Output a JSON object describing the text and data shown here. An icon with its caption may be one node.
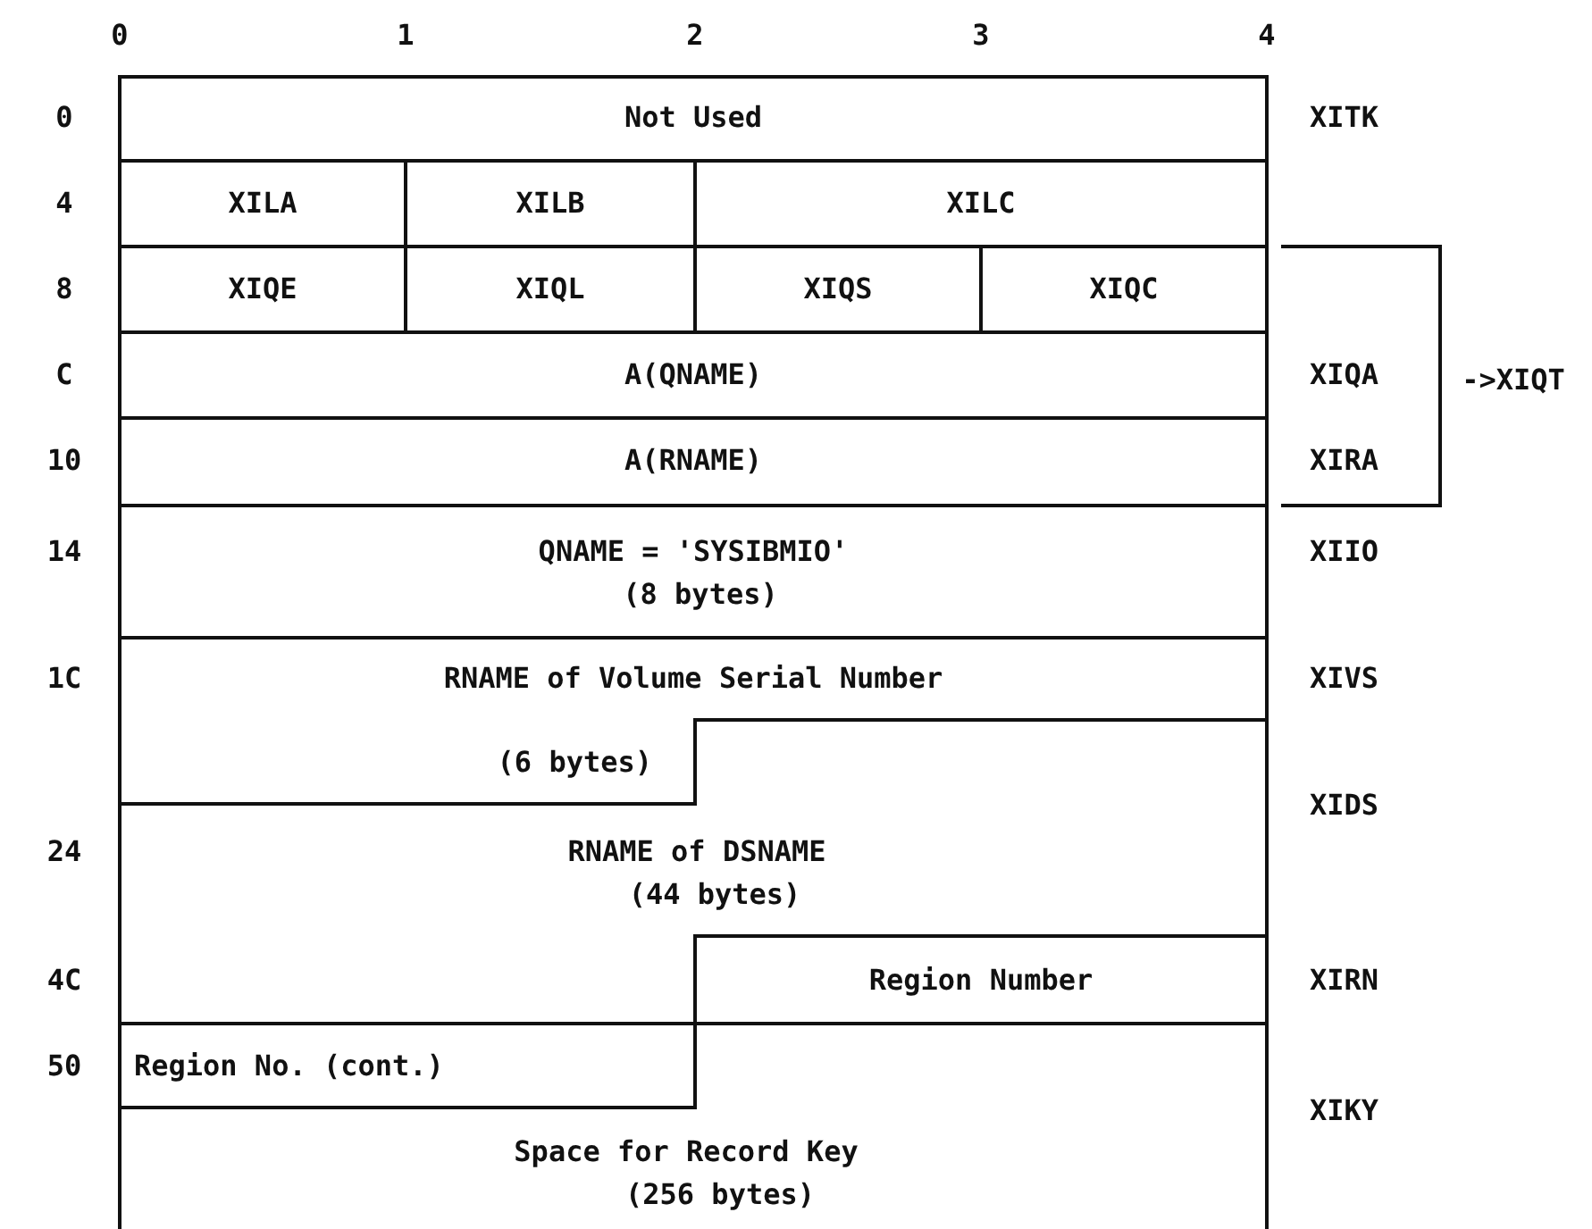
{
  "diagram": {
    "nodes": [
      {
        "text": [
          "Not Used"
        ],
        "beside": [
          "XITK"
        ]
      },
      {
        "text": [
          "XILA"
        ]
      },
      {
        "text": [
          "XILB"
        ]
      },
      {
        "text": [
          "XILC"
        ]
      },
      {
        "text": [
          "XIQE"
        ]
      },
      {
        "text": [
          "XIQL"
        ]
      },
      {
        "text": [
          "XIQS"
        ]
      },
      {
        "text": [
          "XIQC"
        ]
      },
      {
        "text": [
          "A(QNAME)"
        ],
        "beside": [
          "XIQA"
        ]
      },
      {
        "text": [
          "A(RNAME)"
        ],
        "beside": [
          "XIRA"
        ]
      },
      {
        "text": [
          "QNAME = 'SYSIBMIO'",
          "(8 bytes)"
        ],
        "beside": [
          "XIIO"
        ]
      },
      {
        "text": [
          "RNAME of Volume Serial Number",
          "(6 bytes)"
        ],
        "beside": [
          "XIVS"
        ]
      },
      {
        "text": [
          "RNAME of DSNAME",
          "(44 bytes)"
        ],
        "beside": [
          "XIDS"
        ]
      },
      {
        "text": [
          "Region Number",
          "Region No. (cont.)"
        ],
        "beside": [
          "XIRN"
        ]
      },
      {
        "text": [
          "Space for Record Key",
          "(256 bytes)"
        ],
        "beside": [
          "XIKY"
        ]
      }
    ],
    "labels": [
      "0",
      "1",
      "2",
      "3",
      "4",
      "0",
      "4",
      "8",
      "C",
      "10",
      "14",
      "1C",
      "24",
      "4C",
      "50",
      "->XIQT"
    ]
  }
}
